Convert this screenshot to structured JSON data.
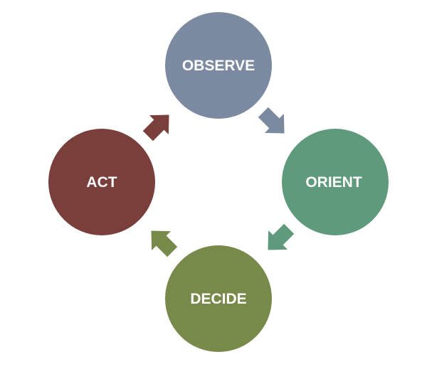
{
  "nodes": [
    {
      "id": "observe",
      "label": "OBSERVE",
      "color": "#7b8aa0"
    },
    {
      "id": "orient",
      "label": "ORIENT",
      "color": "#5f9a7c"
    },
    {
      "id": "decide",
      "label": "DECIDE",
      "color": "#778a4a"
    },
    {
      "id": "act",
      "label": "ACT",
      "color": "#7a3f3a"
    }
  ],
  "arrows": [
    {
      "from": "observe",
      "to": "orient",
      "color": "#7b8aa0"
    },
    {
      "from": "orient",
      "to": "decide",
      "color": "#5f9a7c"
    },
    {
      "from": "decide",
      "to": "act",
      "color": "#778a4a"
    },
    {
      "from": "act",
      "to": "observe",
      "color": "#7a3f3a"
    }
  ]
}
